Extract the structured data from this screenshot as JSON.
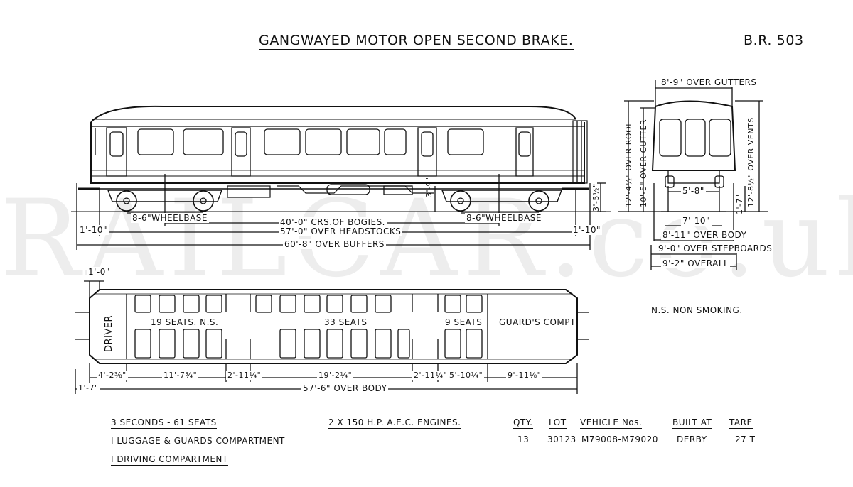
{
  "header": {
    "title": "GANGWAYED MOTOR OPEN SECOND BRAKE.",
    "code": "B.R. 503"
  },
  "watermark": "RAILCAR.co.uk",
  "side_view": {
    "wheelbase_left": "8-6\"WHEELBASE",
    "wheelbase_right": "8-6\"WHEELBASE",
    "crs_bogies": "40'-0\" CRS.OF BOGIES.",
    "over_headstocks": "57'-0\" OVER HEADSTOCKS",
    "over_buffers": "60'-8\" OVER BUFFERS",
    "end_left": "1'-10\"",
    "end_right": "1'-10\"",
    "height_3_9": "3'-9\"",
    "height_3_5": "3'-5½\""
  },
  "end_view": {
    "over_gutters": "8'-9\" OVER GUTTERS",
    "over_roof": "12'-4½\" OVER ROOF",
    "over_gutter": "10'-5\" OVER GUTTER",
    "over_vents": "12'-8½\" OVER VENTS",
    "gauge": "5'-8\"",
    "height_1_7": "1'-7\"",
    "dim_7_10": "7'-10\"",
    "over_body": "8'-11\" OVER BODY",
    "over_stepboards": "9'-0\" OVER STEPBOARDS",
    "overall": "9'-2\" OVERALL"
  },
  "plan_view": {
    "end_1_0": "1'-0\"",
    "driver": "DRIVER",
    "seats_19": "19 SEATS. N.S.",
    "seats_33": "33 SEATS",
    "seats_9": "9 SEATS",
    "guards": "GUARD'S COMPT",
    "dims": [
      "4'-2⅜\"",
      "11'-7¾\"",
      "2'-11¼\"",
      "19'-2¼\"",
      "2'-11¼\"",
      "5'-10¼\"",
      "9'-11⅛\""
    ],
    "dim_1_7": "1'-7\"",
    "over_body": "57'-6\" OVER BODY"
  },
  "legend": {
    "ns": "N.S.   NON SMOKING."
  },
  "footer": {
    "line1": "3  SECONDS  -  61 SEATS",
    "line2": "I  LUGGAGE & GUARDS COMPARTMENT",
    "line3": "I  DRIVING  COMPARTMENT",
    "engines": "2 X 150 H.P. A.E.C. ENGINES.",
    "table_headers": [
      "QTY.",
      "LOT",
      "VEHICLE Nos.",
      "BUILT AT",
      "TARE"
    ],
    "table_row": [
      "13",
      "30123",
      "M79008-M79020",
      "DERBY",
      "27 T"
    ]
  }
}
